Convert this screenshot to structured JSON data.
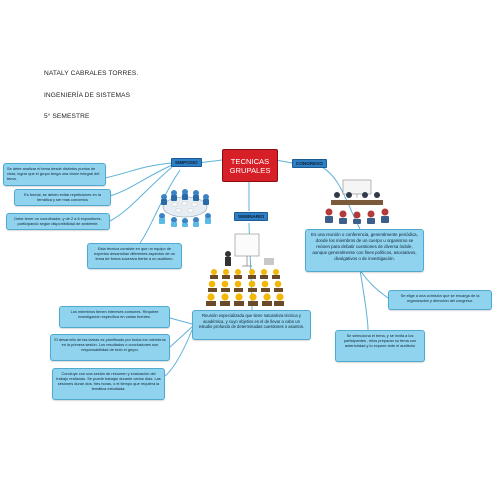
{
  "header": {
    "name": "NATALY CABRALES TORRES.",
    "career": "INGENIERÍA DE SISTEMAS",
    "semester": "5° SEMESTRE"
  },
  "central": {
    "title_line1": "TECNICAS",
    "title_line2": "GRUPALES"
  },
  "topics": {
    "simposio": "SIMPOSIO",
    "seminario": "SEMINARIO",
    "congreso": "CONGRESO"
  },
  "simposio_notes": [
    "Se debe analizar el tema desde distintos puntos de vista, lograr que el grupo tenga una visión integral del tema.",
    "Es formal, se deben evitar repeticiones en la temática y ser mas concretos",
    "Debe tener un coordinador, y de 2 a 6 expositores, participando según disponibilidad de ambiente."
  ],
  "simposio_main": "Esta técnica consiste en que un equipo de expertos desarrollan diferentes aspectos de un tema de forma sucesiva frente a un auditorio.",
  "seminario_main": "Reunión especializada que tiene naturaleza técnica y académica, y cuyo objetivo es el de llevar a cabo un estudio profundo de determinadas cuestiones o asuntos.",
  "seminario_notes": [
    "Los miembros tienen intereses comunes. Requiere investigación específica en varias fuentes.",
    "El desarrollo de las tareas es planificado por todos los miembros en la primera sesión. Los resultados o conclusiones son responsabilidad de todo el grupo.",
    "Concluye con una sesión de resumen y evaluación del trabajo realizado. Se puede trabajar durante varios días. Las sesiones duran dos, tres horas, o el tiempo que requiera la temática estudiada."
  ],
  "congreso_main": "Es una reunión o conferencia, generalmente periódica, donde los miembros de un cuerpo u organismo se reúnen para debatir cuestiones de diversa índole, aunque generalmente con fines políticos, asociativos, divulgativos o de investigación.",
  "congreso_notes": [
    "Se elige a una comisión que se encarga de la organización y dirección del congreso.",
    "Se selecciona el tema, y se invita a los participantes , ellos preparan su tema con anterioridad y lo expone ante el auditorio"
  ],
  "colors": {
    "central": "#d61f26",
    "label": "#2f7fc4",
    "box": "#8fd3ee",
    "line": "#5fb2d8"
  },
  "illustrations": [
    "roundtable-meeting-icon",
    "congress-panel-icon",
    "seminar-audience-icon"
  ]
}
